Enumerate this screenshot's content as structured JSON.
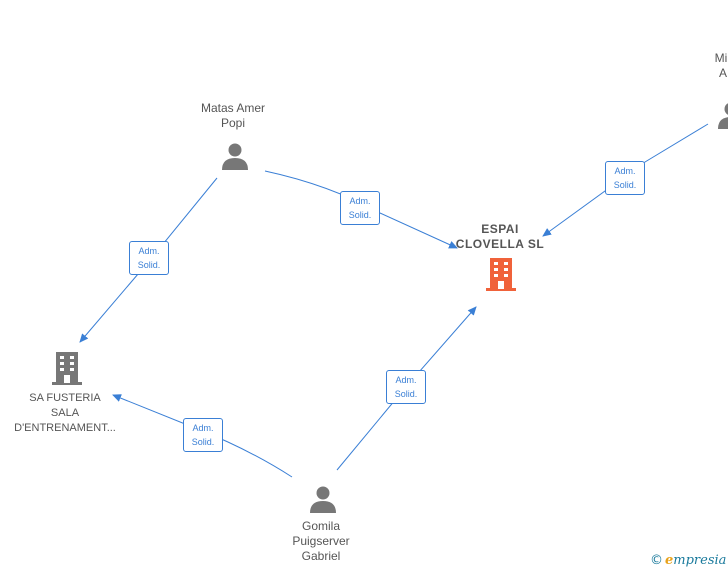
{
  "colors": {
    "edge": "#3a7fd5",
    "person": "#777777",
    "company": "#777777",
    "main_company": "#f0623a",
    "text": "#555555"
  },
  "nodes": {
    "matas": {
      "label": "Matas Amer\nPopi",
      "type": "person"
    },
    "mir": {
      "label": "Mir\nA",
      "type": "person"
    },
    "espai": {
      "label": "ESPAI\nCLOVELLA  SL",
      "type": "main-company"
    },
    "fusteria": {
      "label": "SA FUSTERIA\nSALA\nD'ENTRENAMENT...",
      "type": "company"
    },
    "gomila": {
      "label": "Gomila\nPuigserver\nGabriel",
      "type": "person"
    }
  },
  "edges": [
    {
      "from": "matas",
      "to": "espai",
      "line1": "Adm.",
      "line2": "Solid."
    },
    {
      "from": "mir",
      "to": "espai",
      "line1": "Adm.",
      "line2": "Solid."
    },
    {
      "from": "matas",
      "to": "fusteria",
      "line1": "Adm.",
      "line2": "Solid."
    },
    {
      "from": "gomila",
      "to": "espai",
      "line1": "Adm.",
      "line2": "Solid."
    },
    {
      "from": "gomila",
      "to": "fusteria",
      "line1": "Adm.",
      "line2": "Solid."
    }
  ],
  "brand": {
    "symbol": "©",
    "first_letter": "e",
    "rest": "mpresia"
  }
}
